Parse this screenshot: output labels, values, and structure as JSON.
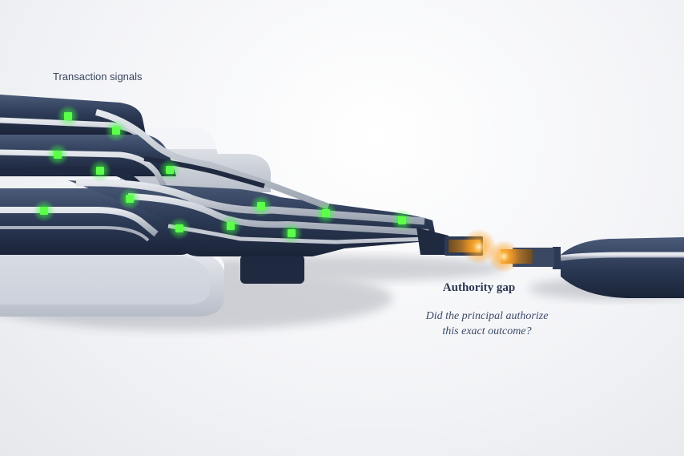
{
  "labels": {
    "signals": "Transaction signals",
    "gap_title": "Authority gap",
    "gap_question_line1": "Did the principal authorize",
    "gap_question_line2": "this exact outcome?"
  },
  "colors": {
    "background": "#f3f4f7",
    "body_dark": "#2c3a55",
    "rail_light": "#c9ced8",
    "signal_green": "#3cff3c",
    "gap_glow": "#ff9a1a"
  },
  "icons": {
    "signal_light": "green-square-led",
    "gap_connector": "glowing-orange-plug"
  }
}
